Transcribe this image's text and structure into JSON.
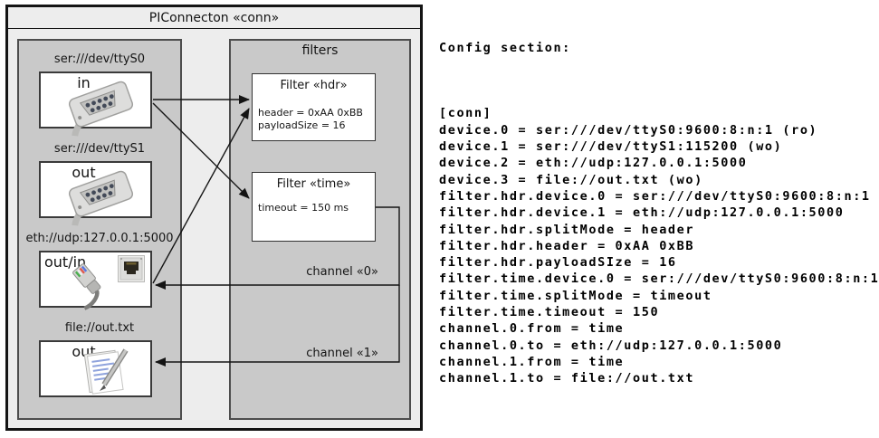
{
  "diagram": {
    "title": "PIConnecton «conn»",
    "devices_panel": {
      "items": [
        {
          "label": "ser:///dev/ttyS0",
          "port": "in",
          "icon": "serial-connector-icon"
        },
        {
          "label": "ser:///dev/ttyS1",
          "port": "out",
          "icon": "serial-connector-icon"
        },
        {
          "label": "eth://udp:127.0.0.1:5000",
          "port": "out/in",
          "icon": "ethernet-connector-icon"
        },
        {
          "label": "file://out.txt",
          "port": "out",
          "icon": "notepad-icon"
        }
      ]
    },
    "filters_panel": {
      "title": "filters",
      "filters": [
        {
          "title": "Filter «hdr»",
          "lines": [
            "header = 0xAA 0xBB",
            "payloadSize = 16"
          ]
        },
        {
          "title": "Filter «time»",
          "lines": [
            "timeout = 150 ms"
          ]
        }
      ],
      "channels": [
        {
          "label": "channel «0»"
        },
        {
          "label": "channel «1»"
        }
      ]
    },
    "colors": {
      "canvas_fill": "#ededed",
      "panel_fill": "#c9c9c9",
      "box_fill": "#ffffff",
      "line_color": "#141414"
    }
  },
  "config": {
    "title": "Config section:",
    "lines": [
      "[conn]",
      "device.0 = ser:///dev/ttyS0:9600:8:n:1 (ro)",
      "device.1 = ser:///dev/ttyS1:115200 (wo)",
      "device.2 = eth://udp:127.0.0.1:5000",
      "device.3 = file://out.txt (wo)",
      "filter.hdr.device.0 = ser:///dev/ttyS0:9600:8:n:1",
      "filter.hdr.device.1 = eth://udp:127.0.0.1:5000",
      "filter.hdr.splitMode = header",
      "filter.hdr.header = 0xAA 0xBB",
      "filter.hdr.payloadSIze = 16",
      "filter.time.device.0 = ser:///dev/ttyS0:9600:8:n:1",
      "filter.time.splitMode = timeout",
      "filter.time.timeout = 150",
      "channel.0.from = time",
      "channel.0.to = eth://udp:127.0.0.1:5000",
      "channel.1.from = time",
      "channel.1.to = file://out.txt"
    ]
  }
}
